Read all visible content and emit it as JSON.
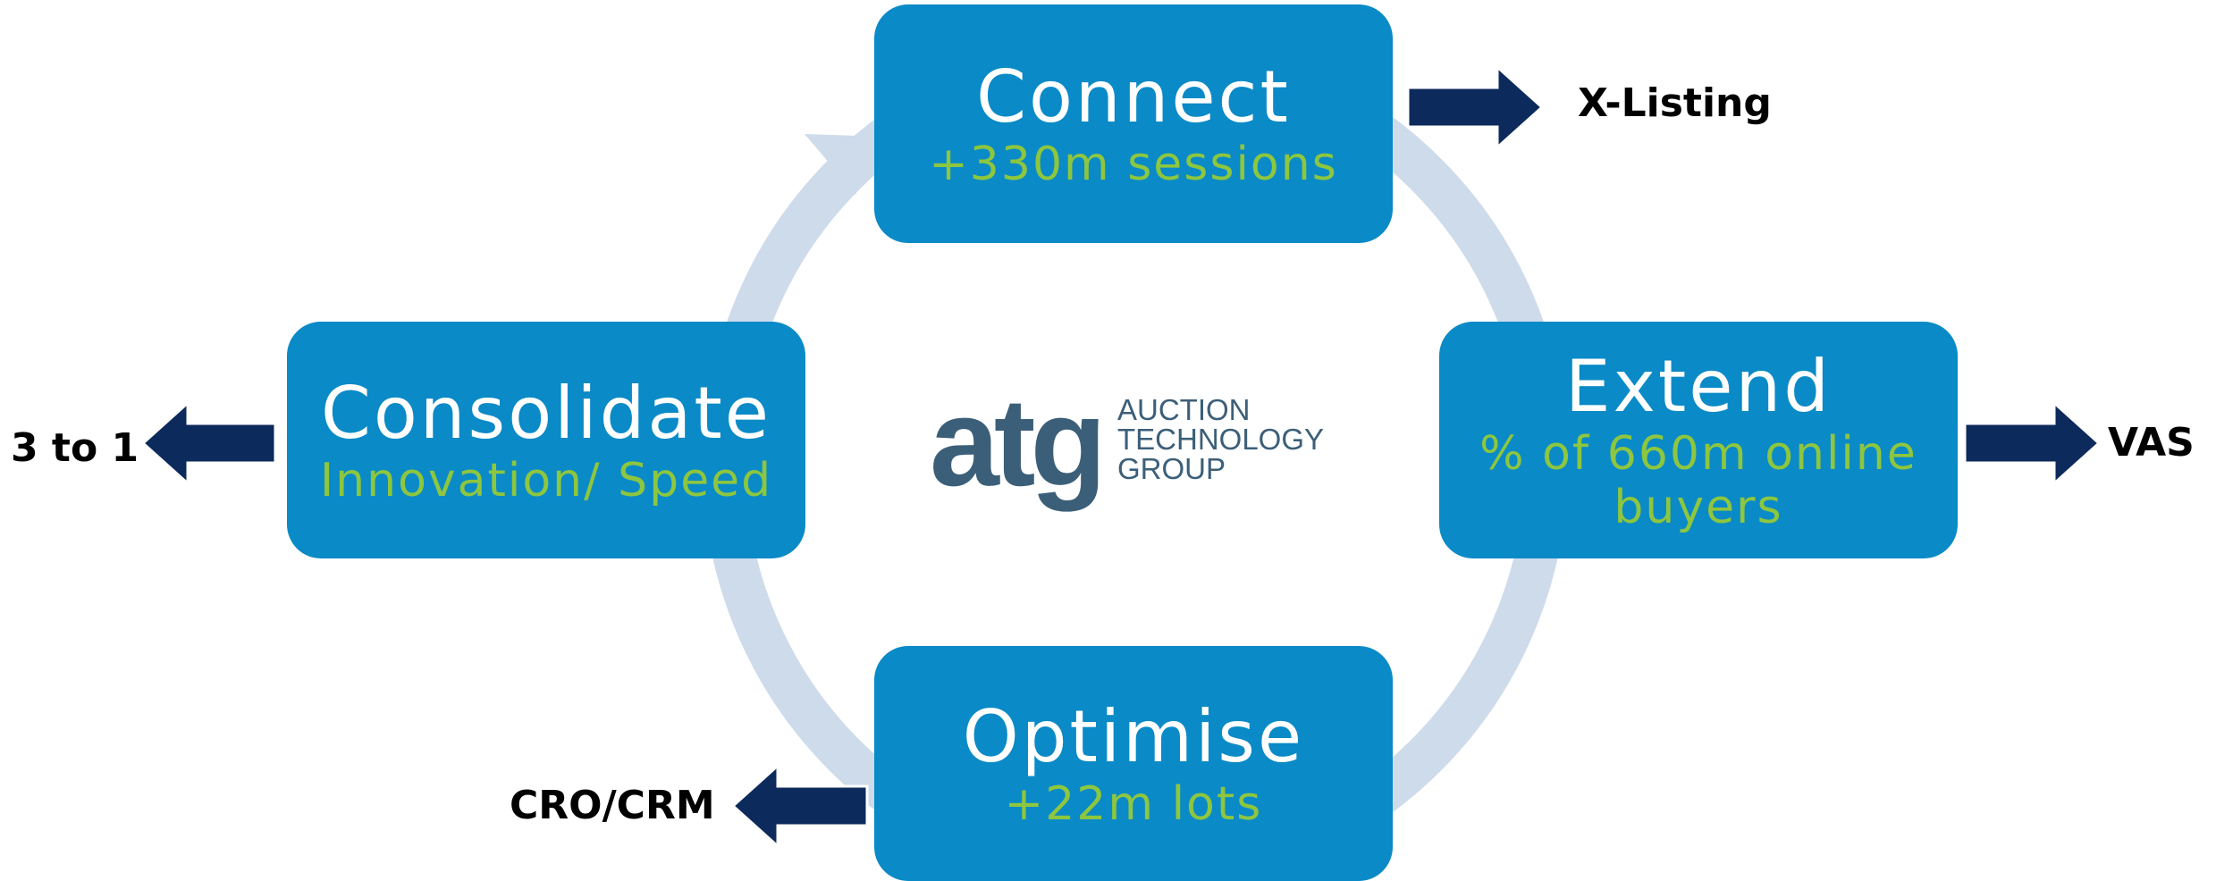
{
  "nodes": {
    "connect": {
      "title": "Connect",
      "subtitle": "+330m sessions"
    },
    "extend": {
      "title": "Extend",
      "subtitle": "% of 660m online buyers"
    },
    "optimise": {
      "title": "Optimise",
      "subtitle": "+22m lots"
    },
    "consolidate": {
      "title": "Consolidate",
      "subtitle": "Innovation/ Speed"
    }
  },
  "outcomes": {
    "connect": "X-Listing",
    "extend": "VAS",
    "optimise": "CRO/CRM",
    "consolidate": "3 to 1"
  },
  "logo": {
    "mark": "atg",
    "name_lines": [
      "AUCTION",
      "TECHNOLOGY",
      "GROUP"
    ]
  },
  "colors": {
    "node_fill": "#0a8ac7",
    "node_title": "#ffffff",
    "node_subtitle": "#8dc63f",
    "cycle_ring": "#cddbeb",
    "outcome_arrow": "#0c2a5b",
    "logo": "#3c5f79"
  }
}
